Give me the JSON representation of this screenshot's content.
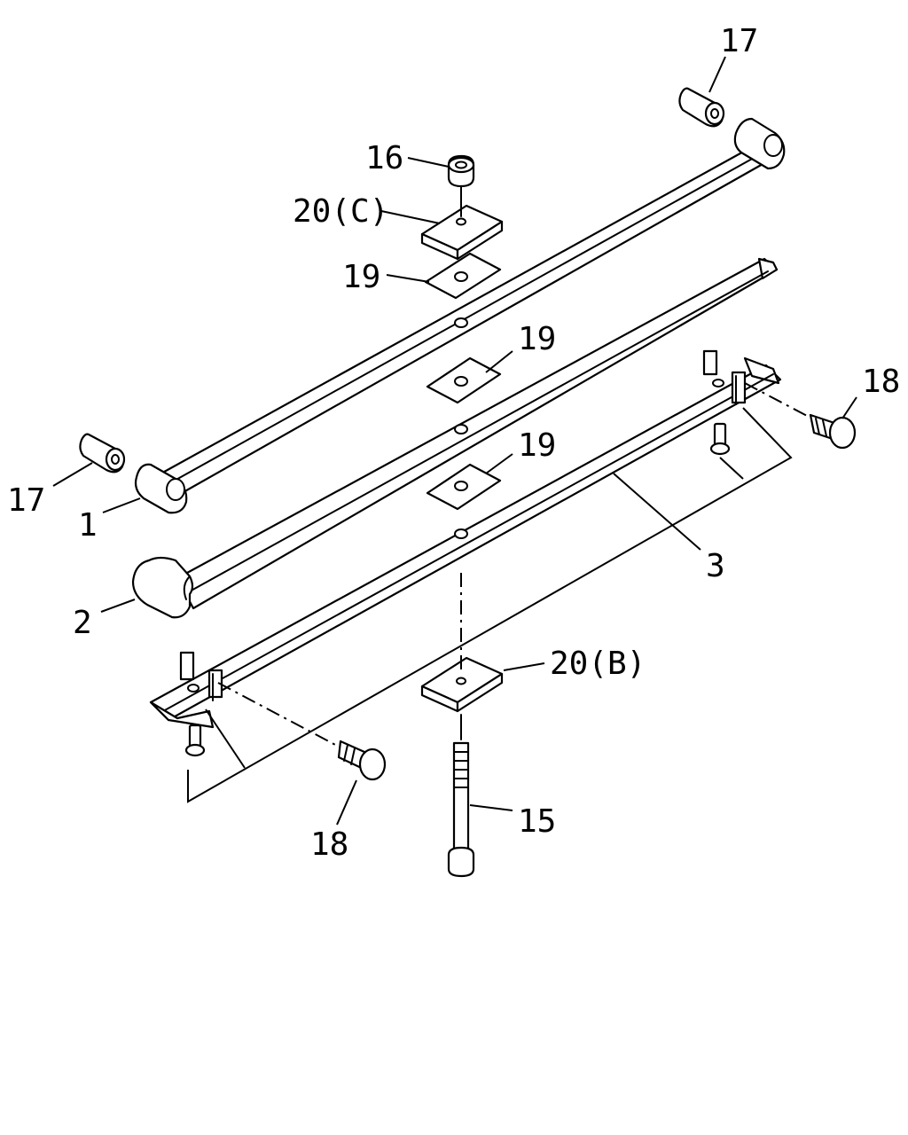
{
  "callouts": {
    "c17_top": "17",
    "c16": "16",
    "c20c": "20(C)",
    "c19_a": "19",
    "c19_b": "19",
    "c19_c": "19",
    "c18_right": "18",
    "c17_left": "17",
    "c1": "1",
    "c3": "3",
    "c2": "2",
    "c20b": "20(B)",
    "c15": "15",
    "c18_bottom": "18"
  }
}
